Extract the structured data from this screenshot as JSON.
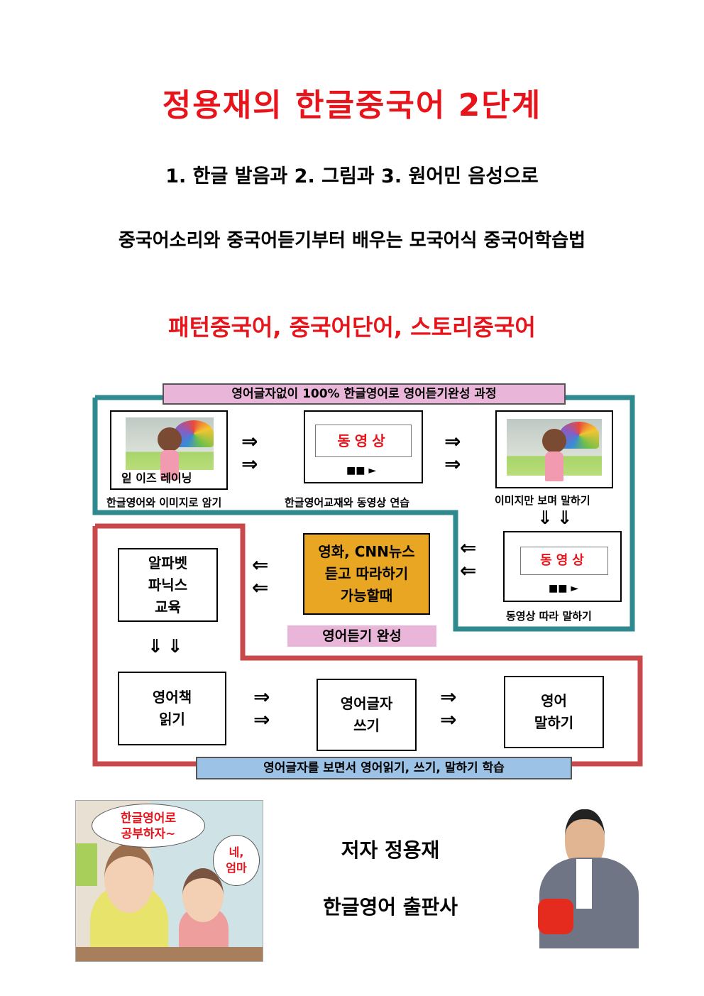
{
  "title": "정용재의 한글중국어 2단계",
  "subtitle1": "1. 한글 발음과 2. 그림과 3. 원어민 음성으로",
  "subtitle2": "중국어소리와 중국어듣기부터 배우는 모국어식 중국어학습법",
  "subtitle3": "패턴중국어, 중국어단어, 스토리중국어",
  "diagram": {
    "top_banner": "영어글자없이 100% 한글영어로 영어듣기완성 과정",
    "step1_caption_in_image": "잍 이즈 레이닝",
    "step1_label": "한글영어와 이미지로 암기",
    "video_label": "동영상",
    "play_symbol": "■■ ►",
    "step2_label": "한글영어교재와 동영상 연습",
    "step3_label": "이미지만 보며 말하기",
    "step4_label": "동영상 따라 말하기",
    "orange_box_lines": [
      "영화, CNN뉴스",
      "듣고 따라하기",
      "가능할때"
    ],
    "mid_banner": "영어듣기 완성",
    "phonics_lines": [
      "알파벳",
      "파닉스",
      "교육"
    ],
    "reading_lines": [
      "영어책",
      "읽기"
    ],
    "writing_lines": [
      "영어글자",
      "쓰기"
    ],
    "speaking_lines": [
      "영어",
      "말하기"
    ],
    "bottom_banner": "영어글자를 보면서 영어읽기, 쓰기, 말하기 학습",
    "right_arrows": "⇒",
    "left_arrows": "⇐",
    "down_arrows": "⇓⇓"
  },
  "cartoon": {
    "bubble1_lines": [
      "한글영어로",
      "공부하자~"
    ],
    "bubble2_lines": [
      "네,",
      "엄마"
    ]
  },
  "author": "저자 정용재",
  "publisher": "한글영어 출판사",
  "colors": {
    "red": "#e8141c",
    "teal": "#2e8a8e",
    "darkred": "#c8484c",
    "pink": "#e9b6d9",
    "blue": "#9cc3e6",
    "orange": "#e8a623"
  }
}
